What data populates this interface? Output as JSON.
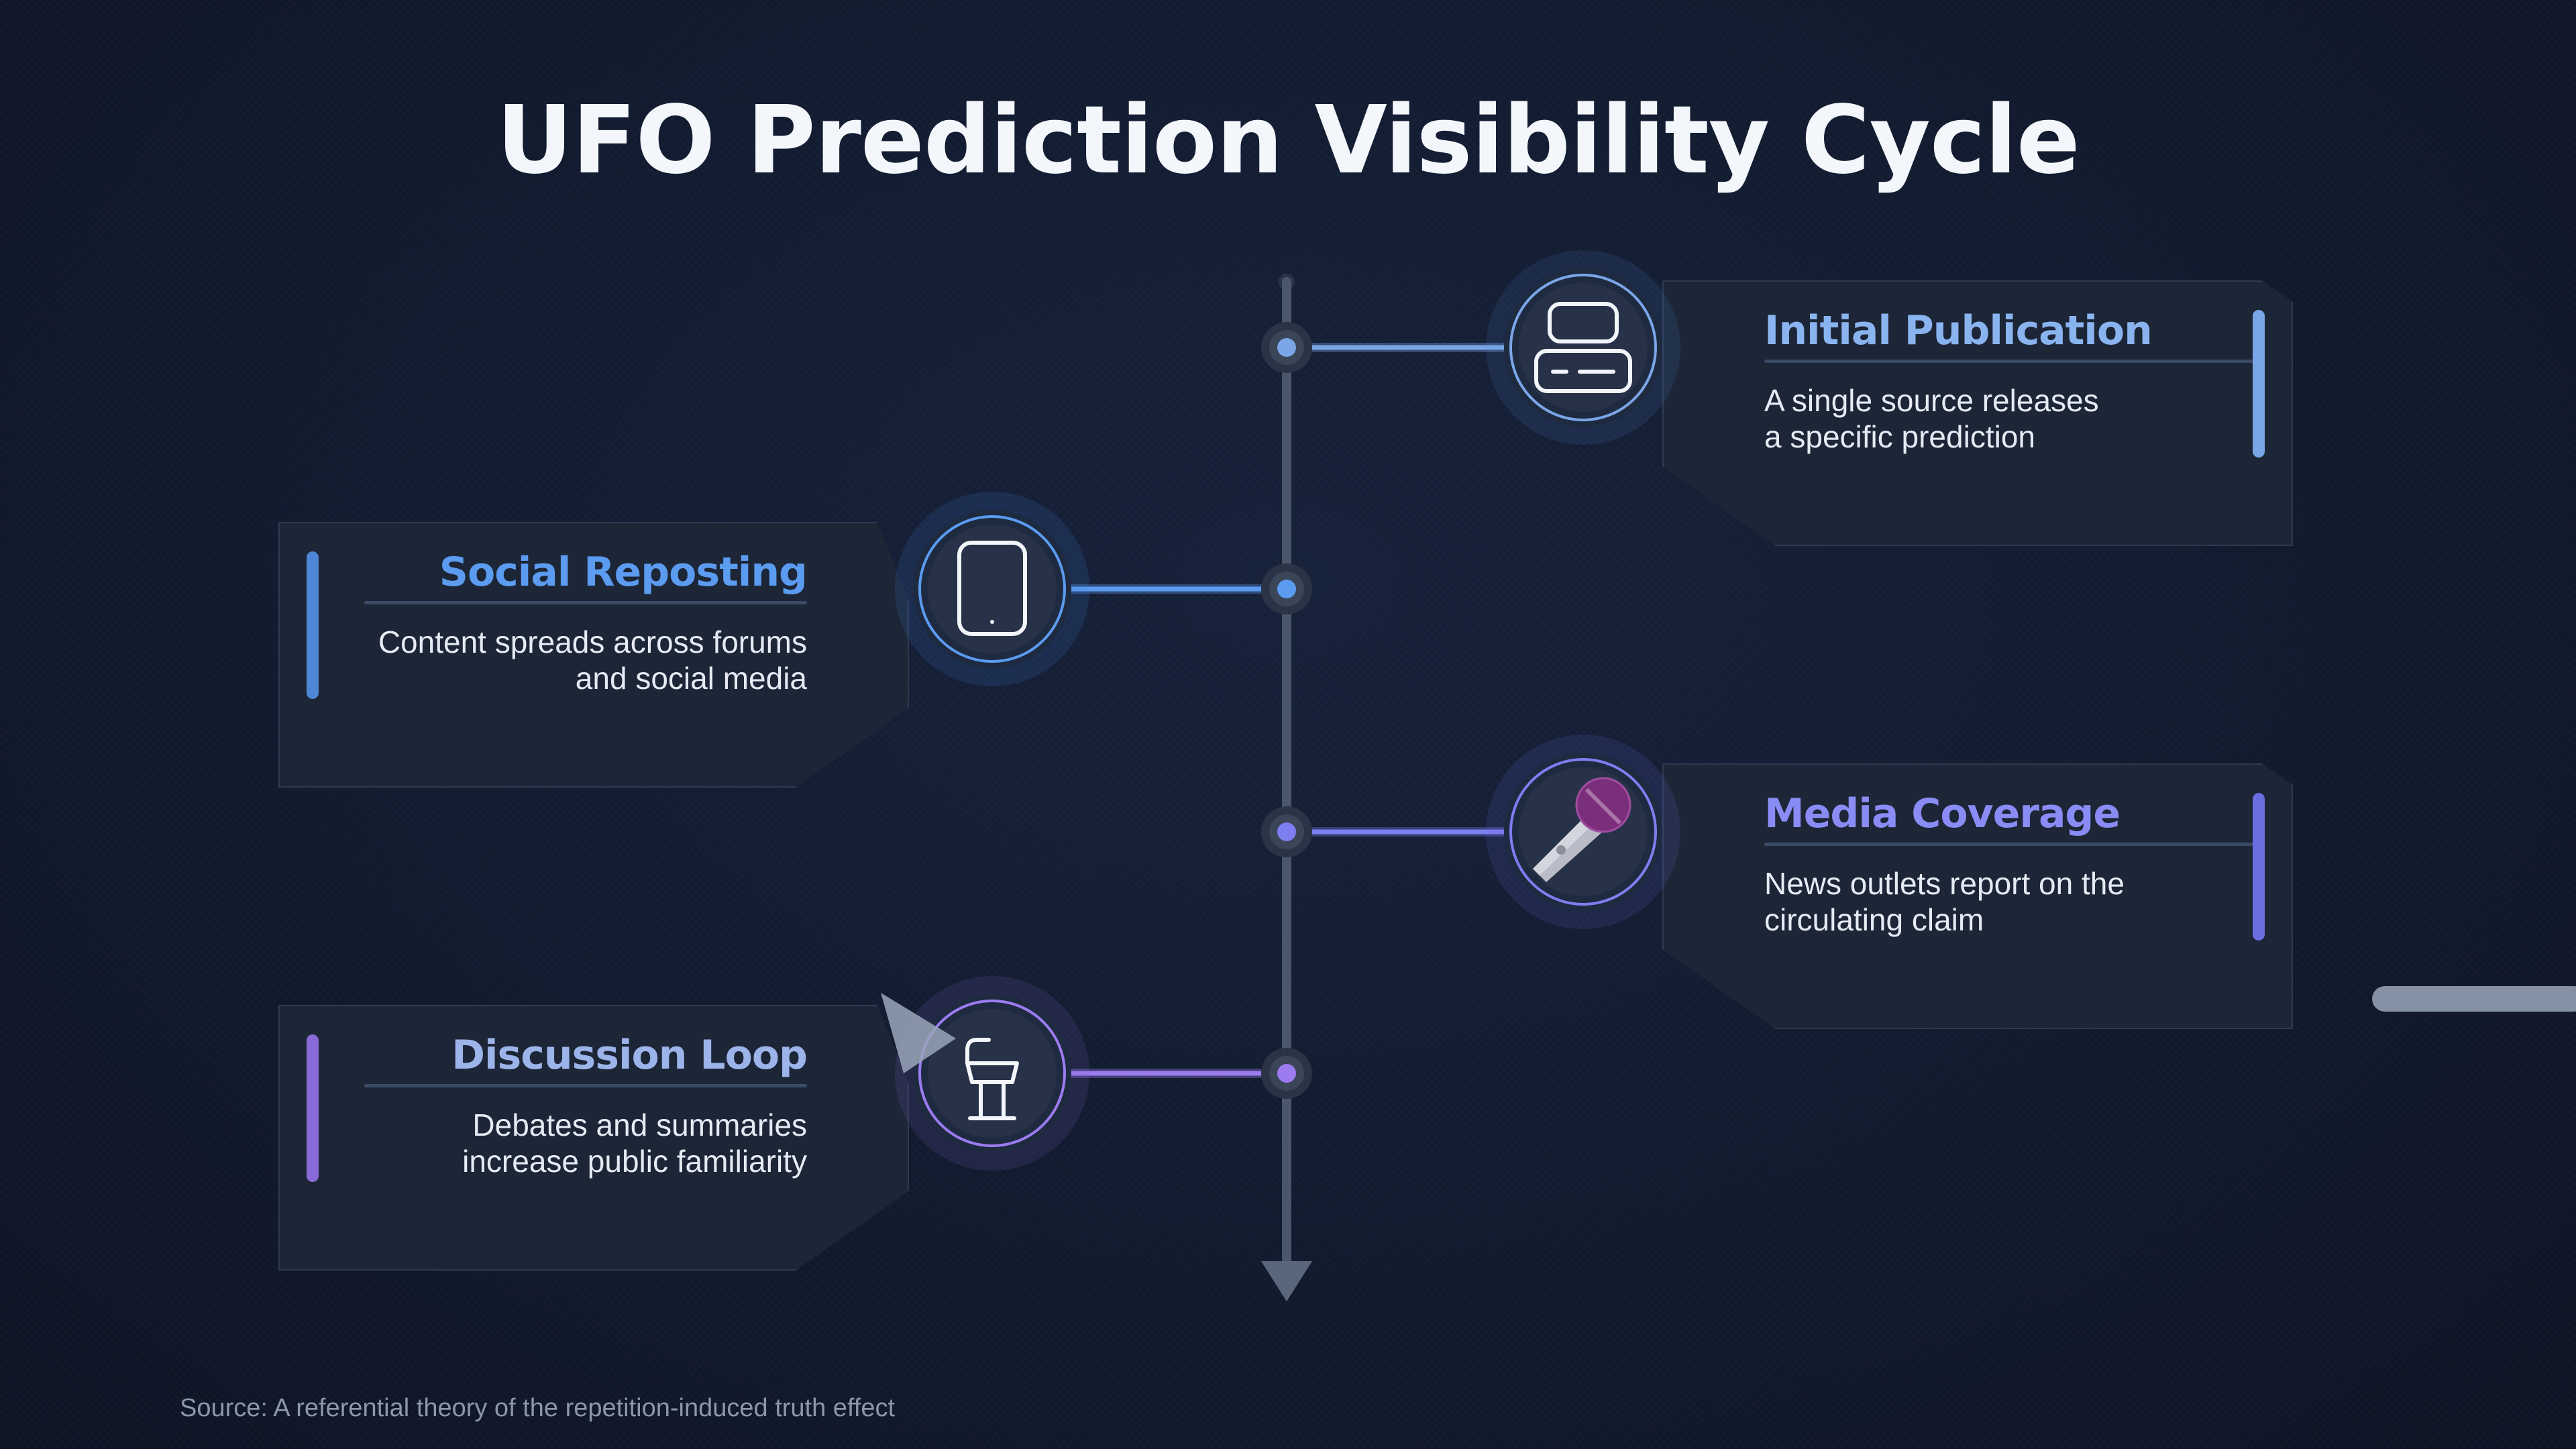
{
  "title": "UFO Prediction Visibility Cycle",
  "source": "Source: A referential theory of the repetition-induced truth effect",
  "stages": [
    {
      "title": "Initial Publication",
      "description": "A single source releases\na specific prediction",
      "icon": "document-stack-icon",
      "accent": "#7aa6e8",
      "side": "right"
    },
    {
      "title": "Social Reposting",
      "description": "Content spreads across forums\nand social media",
      "icon": "smartphone-icon",
      "accent": "#5b9bf0",
      "side": "left"
    },
    {
      "title": "Media Coverage",
      "description": "News outlets report on the\ncirculating claim",
      "icon": "microphone-icon",
      "accent": "#7d7ef0",
      "side": "right"
    },
    {
      "title": "Discussion Loop",
      "description": "Debates and summaries\nincrease public familiarity",
      "icon": "podium-icon",
      "accent": "#9c7bf0",
      "side": "left"
    }
  ],
  "colors": {
    "background": "#111a2e",
    "card": "#1c2637",
    "spine": "#4a5669",
    "title": "#f3f6fb"
  }
}
